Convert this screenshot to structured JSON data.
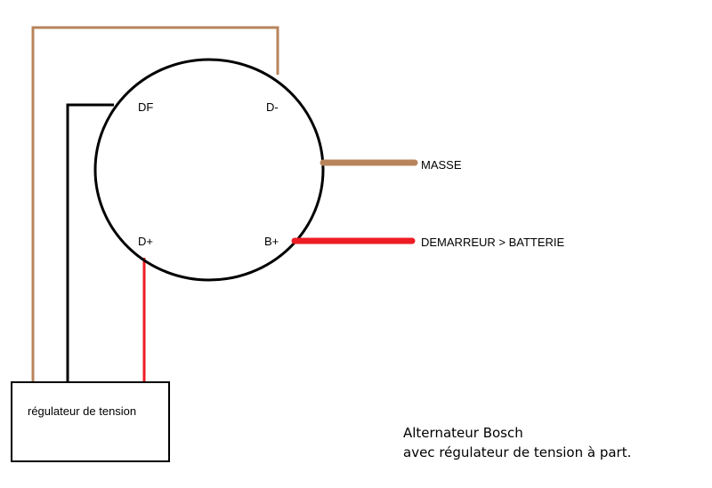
{
  "diagram": {
    "terminals": {
      "df": "DF",
      "d_minus": "D-",
      "d_plus": "D+",
      "b_plus": "B+"
    },
    "connections": {
      "masse": "MASSE",
      "demarreur": "DEMARREUR > BATTERIE"
    },
    "regulator_label": "régulateur de tension",
    "caption": {
      "line1": "Alternateur Bosch",
      "line2": "avec régulateur de tension à part."
    },
    "colors": {
      "brown": "#b8845c",
      "red": "#ee1c24",
      "black": "#000000"
    }
  }
}
